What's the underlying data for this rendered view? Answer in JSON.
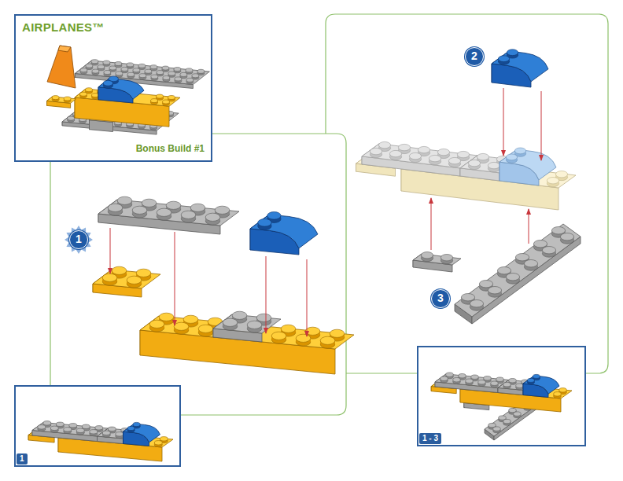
{
  "diagram": {
    "nodes": [
      {
        "text": [
          "AIRPLANES™",
          "Bonus Build #1"
        ]
      },
      {
        "text": [
          "1"
        ]
      },
      {
        "text": [
          "1 - 3"
        ]
      }
    ],
    "labels": [
      "1",
      "2",
      "3"
    ]
  }
}
